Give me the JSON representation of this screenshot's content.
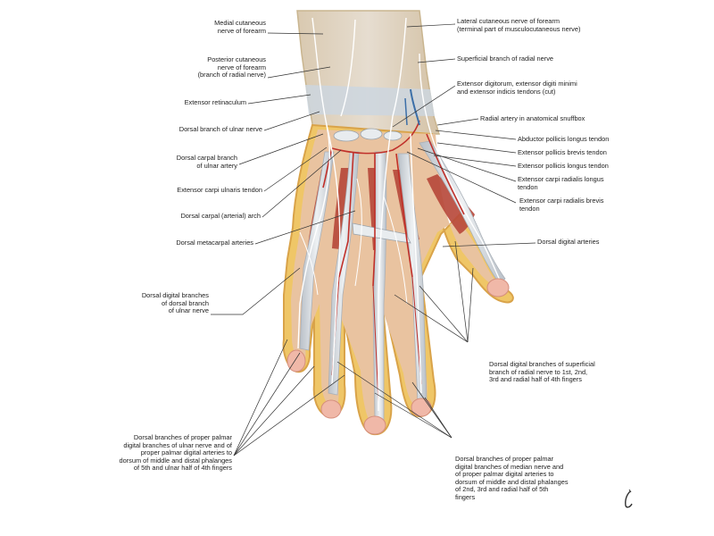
{
  "labels": {
    "medial_cutaneous": "Medial cutaneous\nnerve of forearm",
    "posterior_cutaneous": "Posterior cutaneous\nnerve of forearm\n(branch of radial nerve)",
    "extensor_retinaculum": "Extensor retinaculum",
    "dorsal_branch_ulnar": "Dorsal branch of ulnar nerve",
    "dorsal_carpal_branch": "Dorsal carpal branch\nof ulnar artery",
    "ecu_tendon": "Extensor carpi ulnaris tendon",
    "dorsal_carpal_arch": "Dorsal carpal (arterial) arch",
    "dorsal_metacarpal": "Dorsal metacarpal arteries",
    "dorsal_digital_branches_ulnar": "Dorsal digital branches\nof dorsal branch\nof ulnar nerve",
    "dorsal_branches_proper_ulnar": "Dorsal branches of proper palmar\ndigital branches of ulnar nerve and of\nproper palmar digital arteries to\ndorsum of middle and distal phalanges\nof 5th and ulnar half of 4th fingers",
    "lateral_cutaneous": "Lateral cutaneous nerve of forearm\n(terminal part of musculocutaneous nerve)",
    "superficial_radial": "Superficial branch of radial nerve",
    "extensor_digitorum": "Extensor digitorum, extensor digiti minimi\nand extensor indicis tendons (cut)",
    "radial_artery": "Radial artery in anatomical snuffbox",
    "apl_tendon": "Abductor pollicis longus tendon",
    "epb_tendon": "Extensor pollicis brevis tendon",
    "epl_tendon": "Extensor pollicis longus tendon",
    "ecrl_tendon": "Extensor carpi radialis longus\ntendon",
    "ecrb_tendon": "Extensor carpi radialis brevis\ntendon",
    "dorsal_digital_arteries": "Dorsal digital arteries",
    "dorsal_digital_superficial_radial": "Dorsal digital branches of superficial\nbranch of radial nerve to 1st, 2nd,\n3rd and radial half of 4th fingers",
    "dorsal_branches_proper_median": "Dorsal branches of proper palmar\ndigital branches of median nerve and\nof proper palmar digital arteries to\ndorsum of middle and distal phalanges\nof 2nd, 3rd and radial half of 5th\nfingers"
  },
  "colors": {
    "skin": "#e8b583",
    "fat": "#efc667",
    "muscle": "#b84a3c",
    "tendon": "#d8dde2",
    "nerve": "#ffffff",
    "artery": "#c0302a",
    "vein": "#3c6fa8",
    "leader": "#333333"
  }
}
